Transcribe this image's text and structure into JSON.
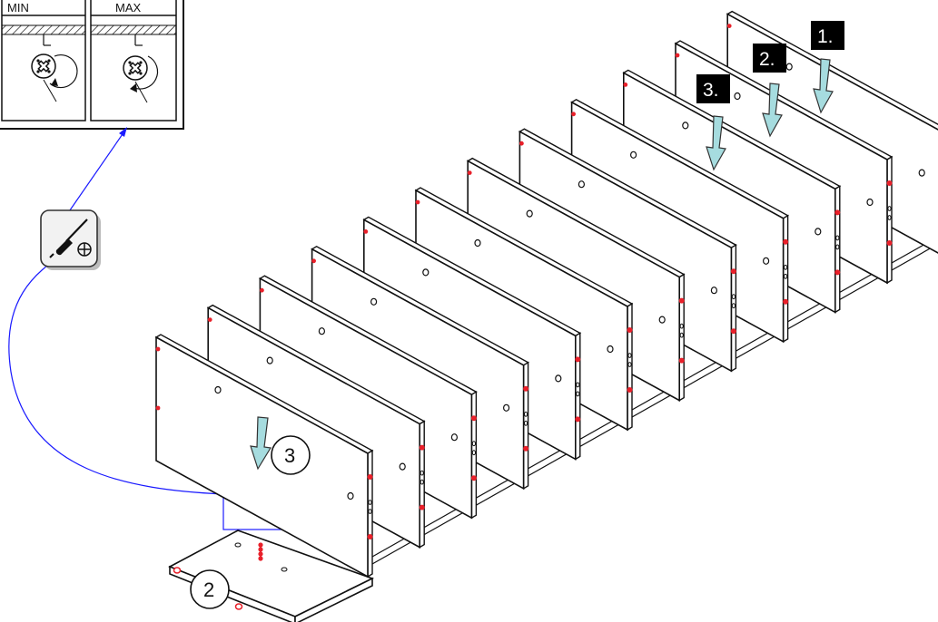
{
  "diagram": {
    "inset": {
      "min_label": "MIN",
      "max_label": "MAX"
    },
    "tool_icon": "screwdriver-phillips-icon",
    "step_labels": [
      "1.",
      "2.",
      "3."
    ],
    "part_callouts": {
      "panel": "3",
      "base": "2"
    },
    "colors": {
      "panel_fill": "#ffffff",
      "panel_stroke": "#111111",
      "arrow_fill": "#a6dcdf",
      "cam_red": "#e8202a",
      "leader_blue": "#1a1aff",
      "label_bg": "#000000"
    },
    "panel_count": 12
  }
}
